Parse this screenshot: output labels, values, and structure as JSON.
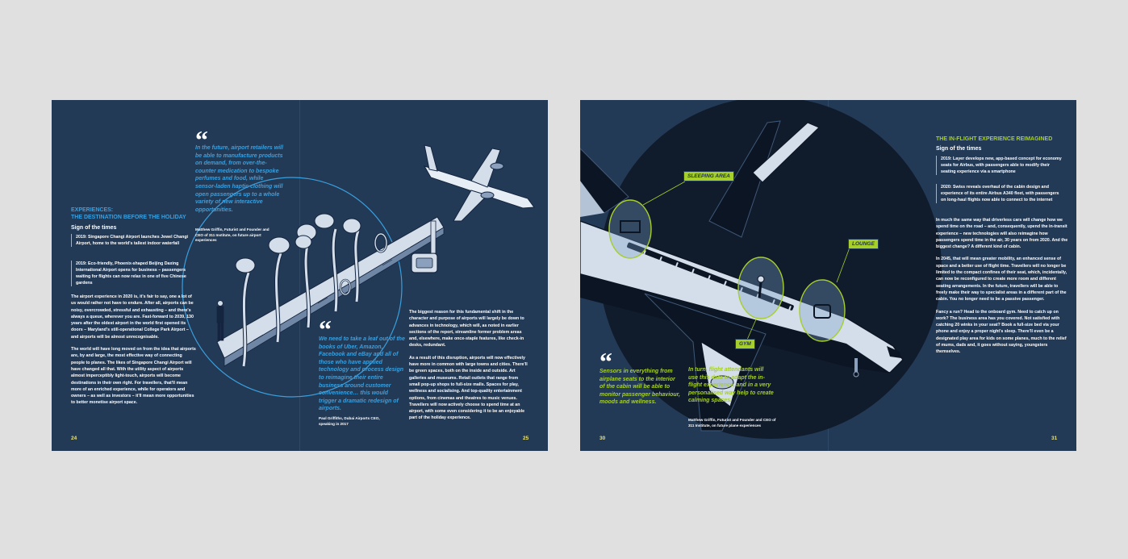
{
  "spread_left": {
    "page_left": {
      "heading": [
        "EXPERIENCES:",
        "THE DESTINATION BEFORE THE HOLIDAY"
      ],
      "subheading": "Sign of the times",
      "timeline": [
        "2019: Singapore Changi Airport launches Jewel Changi Airport, home to the world's tallest indoor waterfall",
        "2019: Eco-friendly, Phoenix-shaped Beijing Daxing International Airport opens for business – passengers waiting for flights can now relax in one of five Chinese gardens"
      ],
      "paragraphs": [
        "The airport experience in 2020 is, it's fair to say, one a lot of us would rather not have to endure. After all, airports can be noisy, overcrowded, stressful and exhausting – and there's always a queue, wherever you are. Fast-forward to 2039, 130 years after the oldest airport in the world first opened its doors – Maryland's still-operational College Park Airport – and airports will be almost unrecognisable.",
        "The world will have long moved on from the idea that airports are, by and large, the most effective way of connecting people to planes. The likes of Singapore Changi Airport will have changed all that. With the utility aspect of airports almost imperceptibly light-touch, airports will become destinations in their own right. For travellers, that'll mean more of an enriched experience, while for operators and owners – as well as investors – it'll mean more opportunities to better monetise airport space."
      ],
      "page_number": "24"
    },
    "quote_top": {
      "mark": "“",
      "text": "In the future, airport retailers will be able to manufacture products on demand, from over-the-counter medication to bespoke perfumes and food, while sensor-laden haptic clothing will open passengers up to a whole variety of new interactive opportunities.",
      "attribution": "Matthew Griffin, Futurist and Founder and CEO of 311 Institute, on future airport experiences"
    },
    "quote_bottom": {
      "mark": "“",
      "text": "We need to take a leaf out of the books of Uber, Amazon, Facebook and eBay and all of those who have applied technology and process design to reimagine their entire business around customer convenience… this would trigger a dramatic redesign of airports.",
      "attribution": "Paul Griffiths, Dubai Airports CEO, speaking in 2017"
    },
    "page_right": {
      "paragraphs": [
        "The biggest reason for this fundamental shift in the character and purpose of airports will largely be down to advances in technology, which will, as noted in earlier sections of the report, streamline former problem areas and, elsewhere, make once-staple features, like check-in desks, redundant.",
        "As a result of this disruption, airports will now effectively have more in common with large towns and cities. There'll be green spaces, both on the inside and outside. Art galleries and museums. Retail outlets that range from small pop-up shops to full-size malls. Spaces for play, wellness and socialising. And top-quality entertainment options, from cinemas and theatres to music venues. Travellers will now actively choose to spend time at an airport, with some even considering it to be an enjoyable part of the holiday experience."
      ],
      "page_number": "25"
    }
  },
  "spread_right": {
    "labels": {
      "sleeping": "SLEEPING AREA",
      "lounge": "LOUNGE",
      "gym": "GYM"
    },
    "quote": {
      "mark": "“",
      "text_left": "Sensors in everything from airplane seats to the interior of the cabin will be able to monitor passenger behaviour, moods and wellness.",
      "text_right": "In turn, flight attendants will use this data to adapt the in-flight experience, and in a very personalised way help to create calming spaces.",
      "attribution": "Matthew Griffin, Futurist and Founder and CEO of 311 Institute, on future plane experiences"
    },
    "page_left_number": "30",
    "page_right": {
      "heading": "THE IN-FLIGHT EXPERIENCE REIMAGINED",
      "subheading": "Sign of the times",
      "timeline": [
        "2019: Layer develops new, app-based concept for economy seats for Airbus, with passengers able to modify their seating experience via a smartphone",
        "2020: Swiss reveals overhaul of the cabin design and experience of its entire Airbus A340 fleet, with passengers on long-haul flights now able to connect to the internet"
      ],
      "paragraphs": [
        "In much the same way that driverless cars will change how we spend time on the road – and, consequently, upend the in-transit experience – new technologies will also reimagine how passengers spend time in the air, 30 years on from 2020. And the biggest change? A different kind of cabin.",
        "In 2045, that will mean greater mobility, an enhanced sense of space and a better use of flight time. Travellers will no longer be limited to the compact confines of their seat, which, incidentally, can now be reconfigured to create more room and different seating arrangements. In the future, travellers will be able to freely make their way to specialist areas in a different part of the cabin. You no longer need to be a passive passenger.",
        "Fancy a run? Head to the onboard gym. Need to catch up on work? The business area has you covered. Not satisfied with catching 20 winks in your seat? Book a full-size bed via your phone and enjoy a proper night's sleep. There'll even be a designated play area for kids on some planes, much to the relief of mums, dads and, it goes without saying, youngsters themselves."
      ],
      "page_number": "31"
    }
  }
}
